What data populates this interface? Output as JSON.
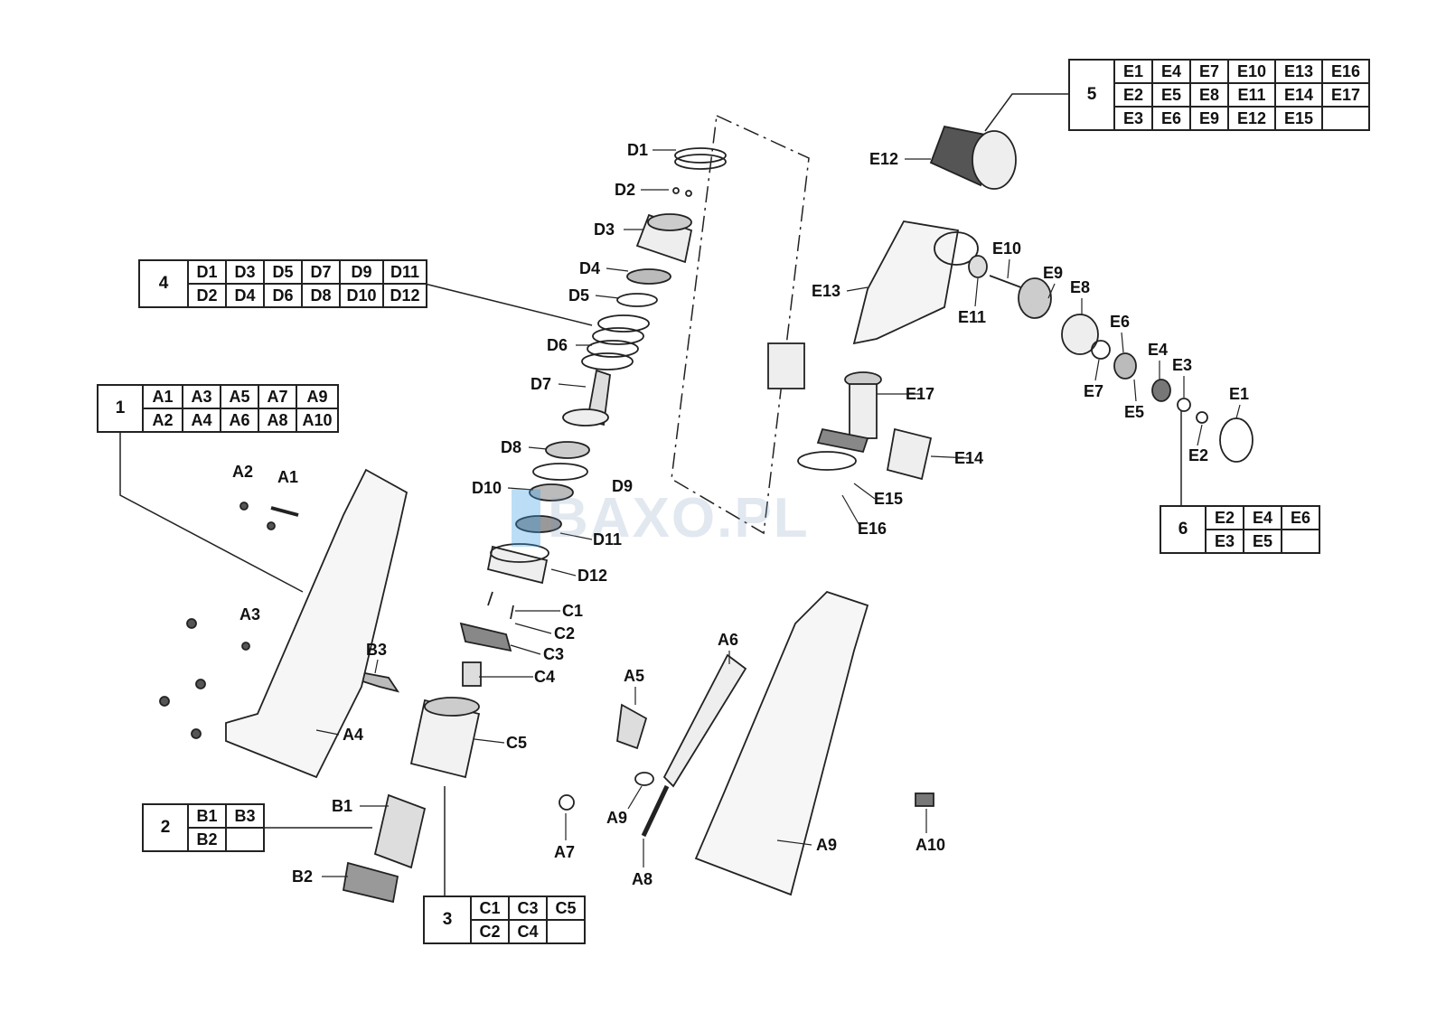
{
  "watermark": {
    "logo_letter": "B",
    "text": "BAXO.PL"
  },
  "labels": [
    "D1",
    "D2",
    "D3",
    "D4",
    "D5",
    "D6",
    "D7",
    "D8",
    "D9",
    "D10",
    "D11",
    "D12",
    "C1",
    "C2",
    "C3",
    "C4",
    "C5",
    "B1",
    "B2",
    "B3",
    "A1",
    "A2",
    "A3",
    "A4",
    "A5",
    "A6",
    "A7",
    "A8",
    "A9",
    "A9",
    "A10",
    "E1",
    "E2",
    "E3",
    "E4",
    "E5",
    "E6",
    "E7",
    "E8",
    "E9",
    "E10",
    "E11",
    "E12",
    "E13",
    "E14",
    "E15",
    "E16",
    "E17"
  ],
  "groups": {
    "g1": {
      "id": "1",
      "rows": [
        [
          "A1",
          "A3",
          "A5",
          "A7",
          "A9"
        ],
        [
          "A2",
          "A4",
          "A6",
          "A8",
          "A10"
        ]
      ]
    },
    "g2": {
      "id": "2",
      "rows": [
        [
          "B1",
          "B3"
        ],
        [
          "B2",
          ""
        ]
      ]
    },
    "g3": {
      "id": "3",
      "rows": [
        [
          "C1",
          "C3",
          "C5"
        ],
        [
          "C2",
          "C4",
          ""
        ]
      ]
    },
    "g4": {
      "id": "4",
      "rows": [
        [
          "D1",
          "D3",
          "D5",
          "D7",
          "D9",
          "D11"
        ],
        [
          "D2",
          "D4",
          "D6",
          "D8",
          "D10",
          "D12"
        ]
      ]
    },
    "g5": {
      "id": "5",
      "rows": [
        [
          "E1",
          "E4",
          "E7",
          "E10",
          "E13",
          "E16"
        ],
        [
          "E2",
          "E5",
          "E8",
          "E11",
          "E14",
          "E17"
        ],
        [
          "E3",
          "E6",
          "E9",
          "E12",
          "E15",
          ""
        ]
      ]
    },
    "g6": {
      "id": "6",
      "rows": [
        [
          "E2",
          "E4",
          "E6"
        ],
        [
          "E3",
          "E5",
          ""
        ]
      ]
    }
  }
}
